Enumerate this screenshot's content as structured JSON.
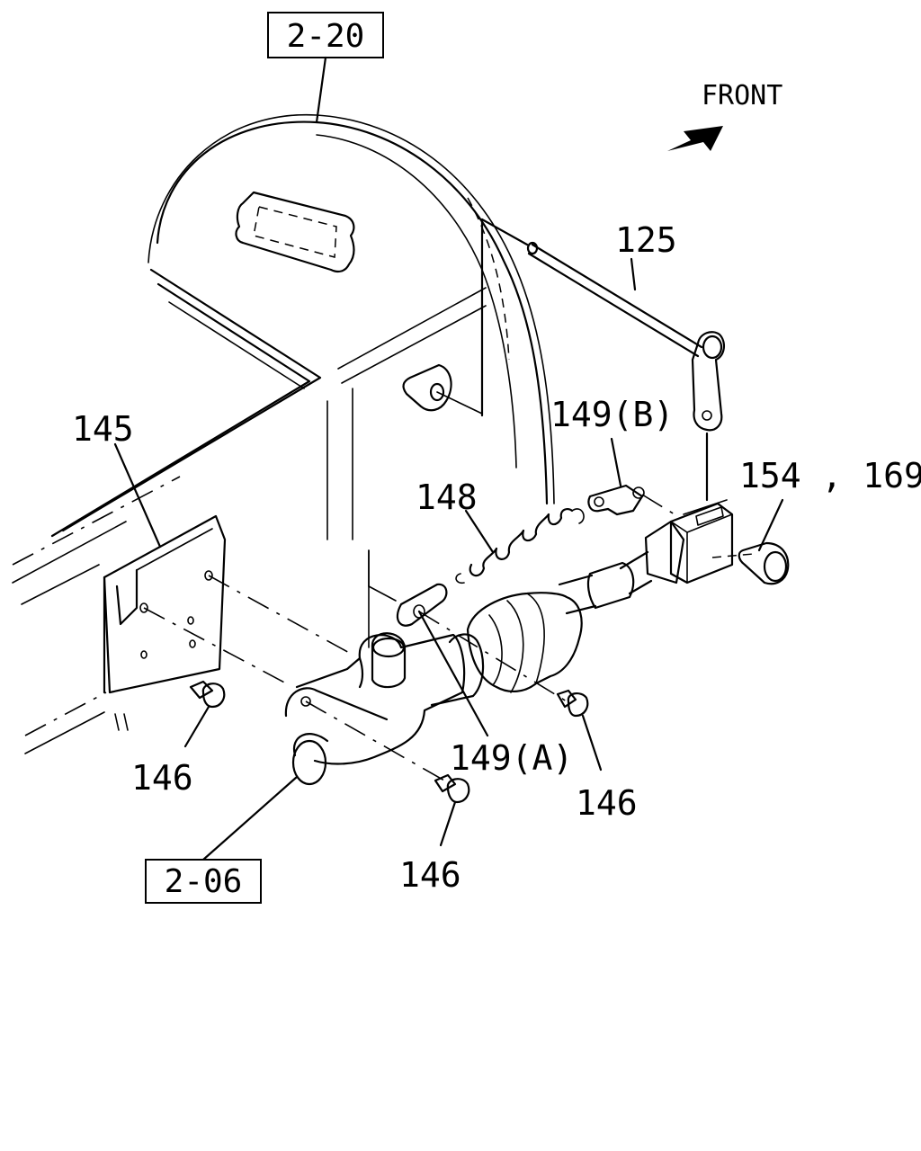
{
  "diagram": {
    "direction_label": "FRONT",
    "references": {
      "top": "2-20",
      "bottom": "2-06"
    },
    "callouts": {
      "p125": "125",
      "p145": "145",
      "p146_left": "146",
      "p146_right": "146",
      "p146_bottom": "146",
      "p148": "148",
      "p149a": "149(A)",
      "p149b": "149(B)",
      "p154_169": "154 , 169"
    },
    "icons": {
      "front_arrow": "arrow-icon"
    }
  }
}
